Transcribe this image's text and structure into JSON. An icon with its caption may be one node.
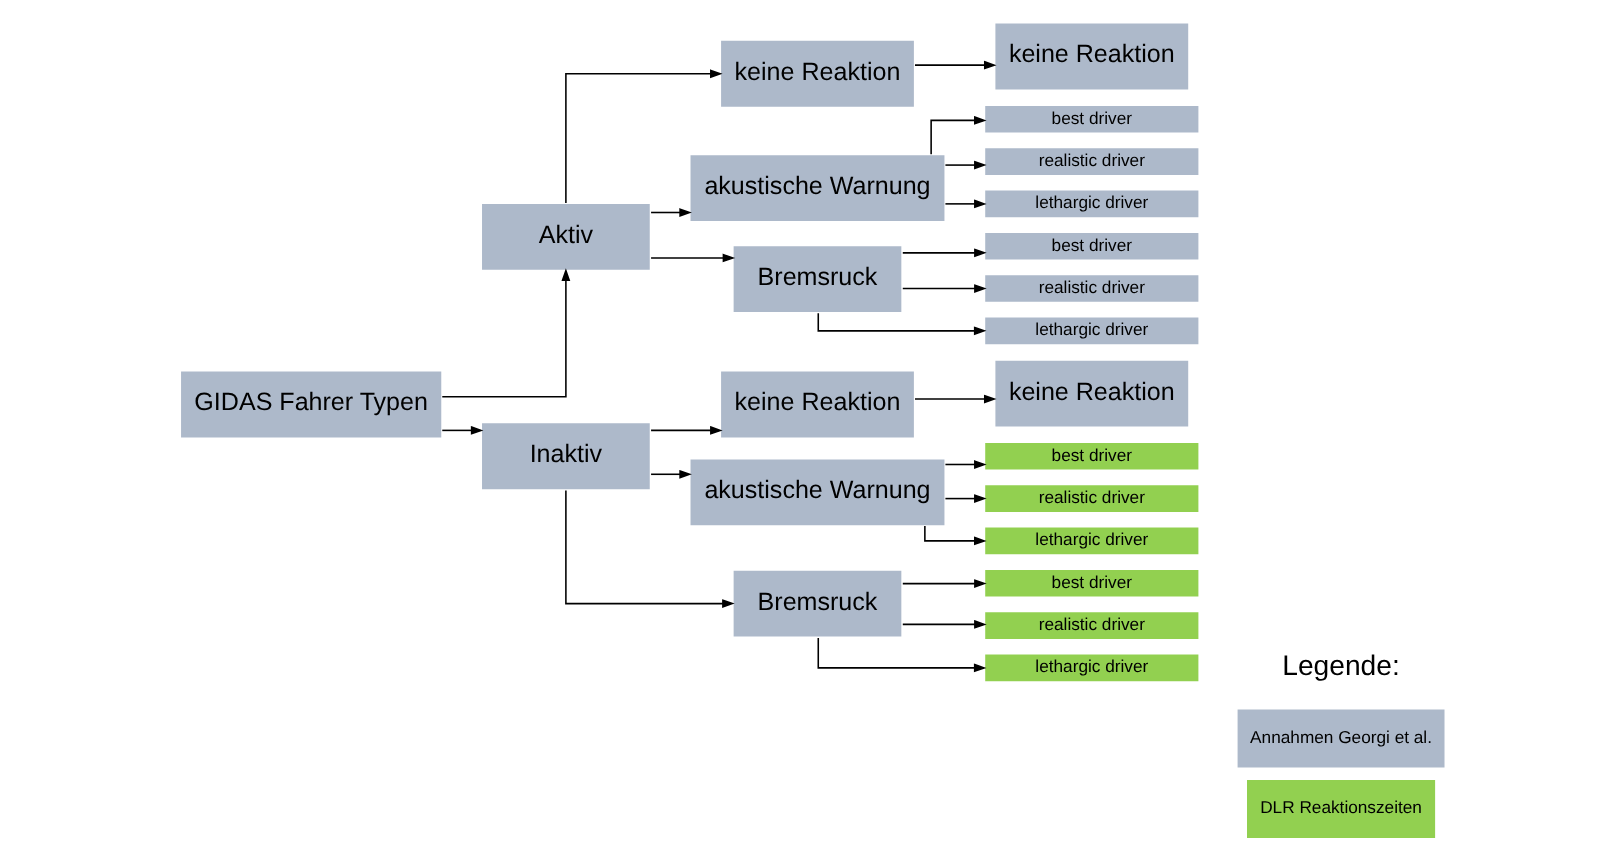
{
  "diagram": {
    "nodes": [
      {
        "text": [
          "GIDAS Fahrer Typen"
        ]
      },
      {
        "text": [
          "Aktiv"
        ]
      },
      {
        "text": [
          "keine Reaktion"
        ]
      },
      {
        "text": [
          "keine Reaktion"
        ]
      },
      {
        "text": [
          "akustische Warnung"
        ]
      },
      {
        "text": [
          "best driver"
        ]
      },
      {
        "text": [
          "realistic driver"
        ]
      },
      {
        "text": [
          "lethargic driver"
        ]
      },
      {
        "text": [
          "Bremsruck"
        ]
      },
      {
        "text": [
          "best driver"
        ]
      },
      {
        "text": [
          "realistic driver"
        ]
      },
      {
        "text": [
          "lethargic driver"
        ]
      },
      {
        "text": [
          "Inaktiv"
        ]
      },
      {
        "text": [
          "keine Reaktion"
        ]
      },
      {
        "text": [
          "keine Reaktion"
        ]
      },
      {
        "text": [
          "akustische Warnung"
        ]
      },
      {
        "text": [
          "best driver"
        ]
      },
      {
        "text": [
          "realistic driver"
        ]
      },
      {
        "text": [
          "lethargic driver"
        ]
      },
      {
        "text": [
          "Bremsruck"
        ]
      },
      {
        "text": [
          "best driver"
        ]
      },
      {
        "text": [
          "realistic driver"
        ]
      },
      {
        "text": [
          "lethargic driver"
        ]
      }
    ],
    "edges": [
      {
        "from": 0,
        "to": 1,
        "arrow": "to"
      },
      {
        "from": 1,
        "to": 2,
        "arrow": "to"
      },
      {
        "from": 2,
        "to": 3,
        "arrow": "to"
      },
      {
        "from": 1,
        "to": 4,
        "arrow": "to"
      },
      {
        "from": 4,
        "to": 5,
        "arrow": "to"
      },
      {
        "from": 4,
        "to": 6,
        "arrow": "to"
      },
      {
        "from": 4,
        "to": 7,
        "arrow": "to"
      },
      {
        "from": 1,
        "to": 8,
        "arrow": "to"
      },
      {
        "from": 8,
        "to": 9,
        "arrow": "to"
      },
      {
        "from": 8,
        "to": 10,
        "arrow": "to"
      },
      {
        "from": 8,
        "to": 11,
        "arrow": "to"
      },
      {
        "from": 0,
        "to": 12,
        "arrow": "to"
      },
      {
        "from": 12,
        "to": 13,
        "arrow": "to"
      },
      {
        "from": 13,
        "to": 14,
        "arrow": "to"
      },
      {
        "from": 12,
        "to": 15,
        "arrow": "to"
      },
      {
        "from": 15,
        "to": 16,
        "arrow": "to"
      },
      {
        "from": 15,
        "to": 17,
        "arrow": "to"
      },
      {
        "from": 15,
        "to": 18,
        "arrow": "to"
      },
      {
        "from": 12,
        "to": 19,
        "arrow": "to"
      },
      {
        "from": 19,
        "to": 20,
        "arrow": "to"
      },
      {
        "from": 19,
        "to": 21,
        "arrow": "to"
      },
      {
        "from": 19,
        "to": 22,
        "arrow": "to"
      }
    ],
    "labels": [
      "Legende:"
    ],
    "legend": [
      {
        "text": "Annahmen Georgi et al.",
        "color": "#adb9ca"
      },
      {
        "text": "DLR Reaktionszeiten",
        "color": "#92d050"
      }
    ]
  }
}
